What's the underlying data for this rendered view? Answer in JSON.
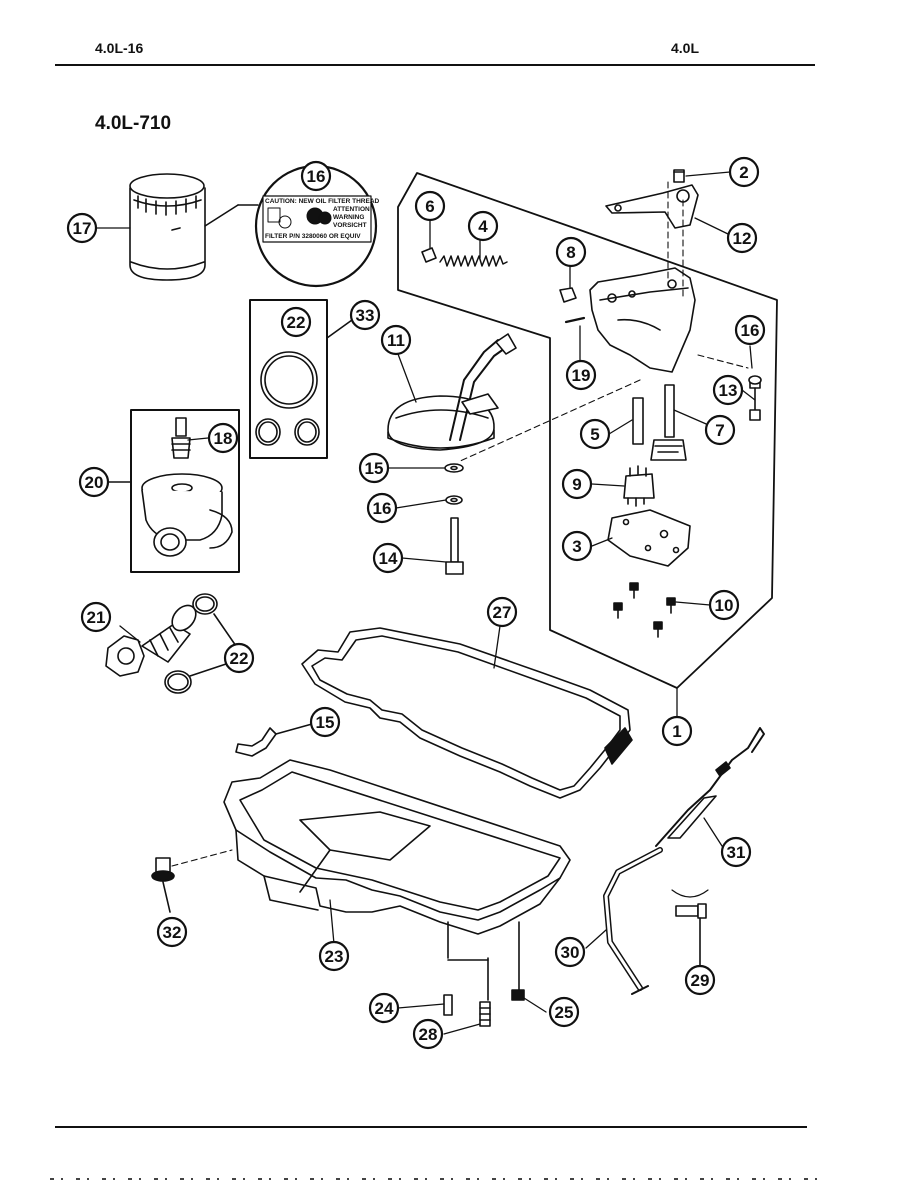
{
  "header": {
    "left": "4.0L-16",
    "right": "4.0L"
  },
  "figure": {
    "title": "4.0L-710"
  },
  "label": {
    "caution": "CAUTION: NEW OIL FILTER THREAD",
    "attention": "ATTENTION",
    "warning": "WARNING",
    "vorsicht": "VORSICHT",
    "filter": "FILTER P/N 3280060 OR EQUIV"
  },
  "callouts": [
    "1",
    "2",
    "3",
    "4",
    "5",
    "6",
    "7",
    "8",
    "9",
    "10",
    "11",
    "12",
    "13",
    "14",
    "15",
    "16",
    "17",
    "18",
    "19",
    "20",
    "21",
    "22",
    "23",
    "24",
    "25",
    "27",
    "28",
    "29",
    "30",
    "31",
    "32",
    "33"
  ],
  "style": {
    "ink": "#111111",
    "paper": "#ffffff"
  }
}
